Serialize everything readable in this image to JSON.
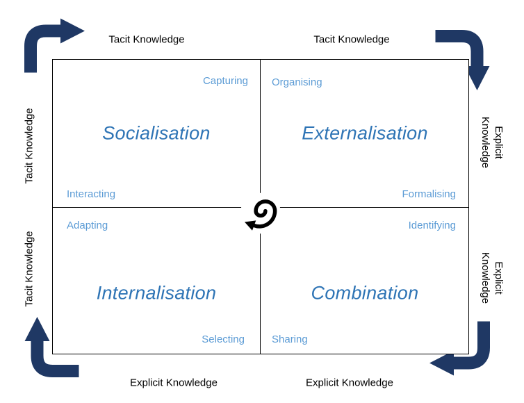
{
  "colors": {
    "arrow": "#1F3864",
    "quadrant_title": "#2E74B5",
    "verb_label": "#5B9BD5",
    "border": "#000000",
    "background": "#FFFFFF"
  },
  "quadrants": [
    {
      "id": "socialisation",
      "title": "Socialisation",
      "verb_a": "Capturing",
      "verb_b": "Interacting"
    },
    {
      "id": "externalisation",
      "title": "Externalisation",
      "verb_a": "Organising",
      "verb_b": "Formalising"
    },
    {
      "id": "internalisation",
      "title": "Internalisation",
      "verb_a": "Adapting",
      "verb_b": "Selecting"
    },
    {
      "id": "combination",
      "title": "Combination",
      "verb_a": "Identifying",
      "verb_b": "Sharing"
    }
  ],
  "edge_labels": {
    "top_left": "Tacit Knowledge",
    "top_right": "Tacit Knowledge",
    "left_top": "Tacit Knowledge",
    "left_bottom": "Tacit Knowledge",
    "right_top": "Explicit Knowledge",
    "right_bottom": "Explicit Knowledge",
    "bottom_left": "Explicit Knowledge",
    "bottom_right": "Explicit Knowledge"
  },
  "icons": {
    "center": "spiral-arrow-icon",
    "corners": [
      "bent-arrow-top-left",
      "bent-arrow-top-right",
      "bent-arrow-bottom-right",
      "bent-arrow-bottom-left"
    ]
  }
}
